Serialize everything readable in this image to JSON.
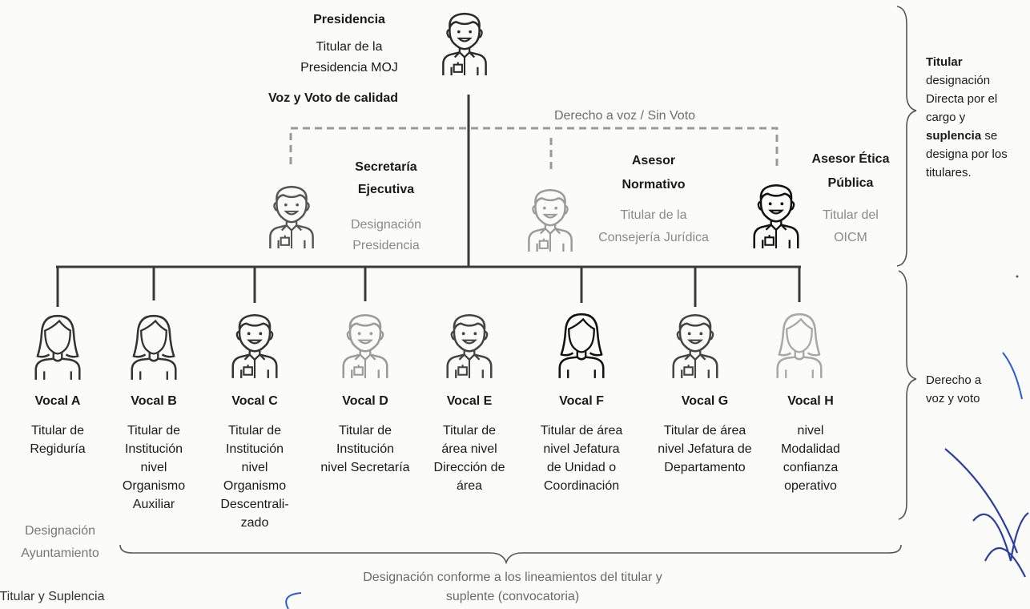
{
  "presidencia": {
    "title": "Presidencia",
    "line1": "Titular de la",
    "line2": "Presidencia MOJ",
    "vote": "Voz y Voto de calidad"
  },
  "dashed_label": "Derecho a voz / Sin Voto",
  "secretaria": {
    "title1": "Secretaría",
    "title2": "Ejecutiva",
    "line1": "Designación",
    "line2": "Presidencia"
  },
  "asesor_normativo": {
    "title1": "Asesor",
    "title2": "Normativo",
    "line1": "Titular de la",
    "line2": "Consejería Jurídica"
  },
  "asesor_etica": {
    "title1": "Asesor Ética",
    "title2": "Pública",
    "line1": "Titular del",
    "line2": "OICM"
  },
  "right_top": {
    "l1": "Titular",
    "l2": "designación",
    "l3": "Directa por el",
    "l4": "cargo y",
    "l5a": "suplencia",
    "l5b": " se",
    "l6": "designa por los",
    "l7": "titulares."
  },
  "right_bottom": {
    "l1": "Derecho a",
    "l2": "voz y voto"
  },
  "vocales": [
    {
      "name": "Vocal A",
      "lines": [
        "Titular de",
        "Regiduría"
      ]
    },
    {
      "name": "Vocal B",
      "lines": [
        "Titular de",
        "Institución",
        "nivel",
        "Organismo",
        "Auxiliar"
      ]
    },
    {
      "name": "Vocal C",
      "lines": [
        "Titular de",
        "Institución",
        "nivel",
        "Organismo",
        "Descentrali-",
        "zado"
      ]
    },
    {
      "name": "Vocal D",
      "lines": [
        "Titular de",
        "Institución",
        "nivel Secretaría"
      ]
    },
    {
      "name": "Vocal E",
      "lines": [
        "Titular de",
        "área nivel",
        "Dirección de",
        "área"
      ]
    },
    {
      "name": "Vocal F",
      "lines": [
        "Titular de área",
        "nivel Jefatura",
        "de Unidad o",
        "Coordinación"
      ]
    },
    {
      "name": "Vocal G",
      "lines": [
        "Titular de área",
        "nivel Jefatura de",
        "Departamento"
      ]
    },
    {
      "name": "Vocal H",
      "lines": [
        "nivel",
        "Modalidad",
        "confianza",
        "operativo"
      ]
    }
  ],
  "bottom_left": {
    "l1": "Designación",
    "l2": "Ayuntamiento",
    "l3": "Titular y Suplencia"
  },
  "bottom_center": {
    "l1": "Designación conforme a los lineamientos del titular y",
    "l2": "suplente (convocatoria)"
  },
  "colors": {
    "line": "#3a3a3a",
    "dashed": "#9a9a9a",
    "ink": "#2a5bd7"
  }
}
